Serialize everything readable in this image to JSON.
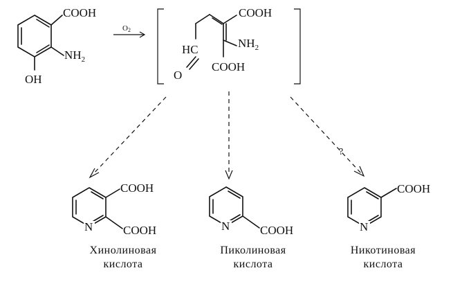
{
  "start": {
    "cooh": "COOH",
    "nh": "NH",
    "nh_sub": "2",
    "oh": "OH"
  },
  "arrow_reagent": {
    "main": "O",
    "sub": "2"
  },
  "intermediate": {
    "cooh_top": "COOH",
    "nh": "NH",
    "nh_sub": "2",
    "hc": "HC",
    "o": "O",
    "cooh_bottom": "COOH"
  },
  "branch_unknown_mark": "?",
  "products": [
    {
      "cooh_top": "COOH",
      "cooh_bottom": "COOH",
      "n": "N",
      "name_line1": "Хинолиновая",
      "name_line2": "кислота"
    },
    {
      "cooh": "COOH",
      "n": "N",
      "name_line1": "Пиколиновая",
      "name_line2": "кислота"
    },
    {
      "cooh": "COOH",
      "n": "N",
      "name_line1": "Никотиновая",
      "name_line2": "кислота"
    }
  ]
}
